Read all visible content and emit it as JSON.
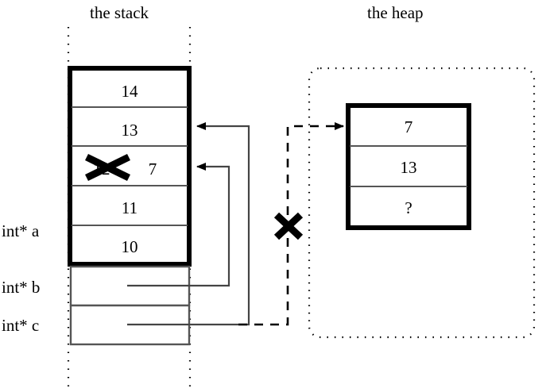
{
  "diagram": {
    "type": "memory-layout",
    "titles": {
      "stack": "the stack",
      "heap": "the heap"
    },
    "stack": {
      "cells": [
        {
          "value": "14"
        },
        {
          "value": "13"
        },
        {
          "value": "12",
          "struck": true,
          "replacement": "7"
        },
        {
          "value": "11"
        },
        {
          "value": "10"
        }
      ],
      "variables": [
        {
          "label": "int* a",
          "name": "a"
        },
        {
          "label": "int* b",
          "name": "b"
        },
        {
          "label": "int* c",
          "name": "c"
        }
      ]
    },
    "heap": {
      "cells": [
        {
          "value": "7"
        },
        {
          "value": "13"
        },
        {
          "value": "?"
        }
      ]
    },
    "annotations": {
      "struck_value_mark": "x-cross",
      "severed_pointer_mark": "x-cross"
    },
    "colors": {
      "ink": "#000000",
      "background": "#ffffff",
      "rule": "#555555"
    }
  }
}
